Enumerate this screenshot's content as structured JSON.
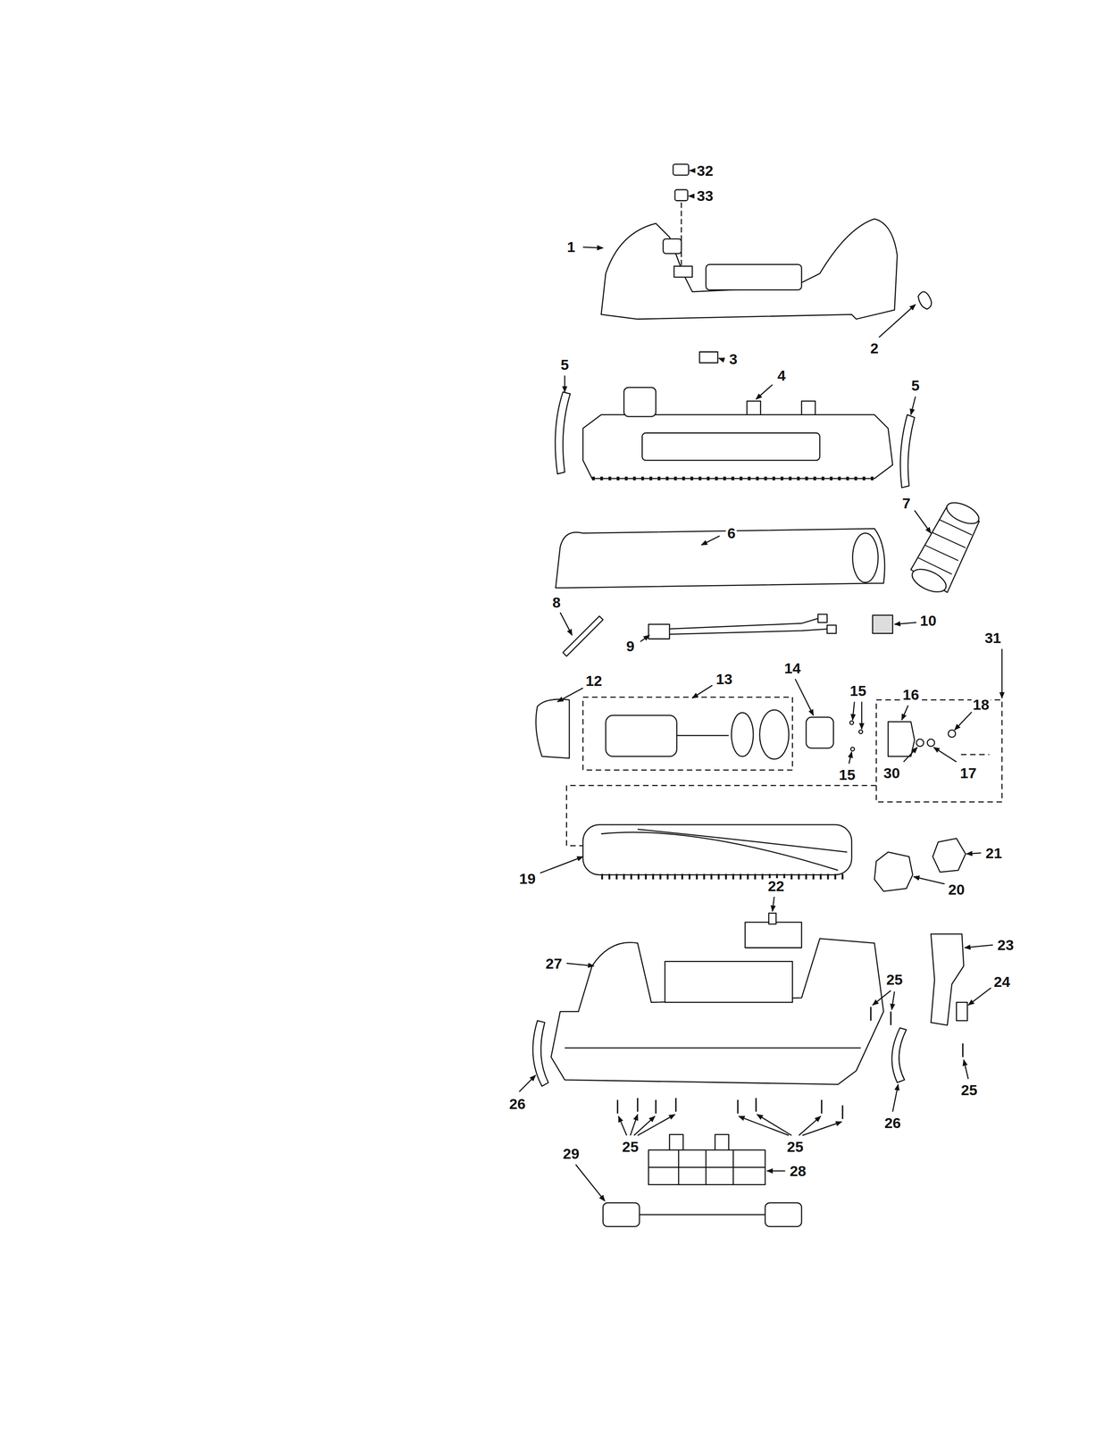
{
  "diagram": {
    "labels": [
      "32",
      "33",
      "1",
      "2",
      "3",
      "4",
      "5",
      "5",
      "6",
      "7",
      "8",
      "9",
      "10",
      "31",
      "12",
      "13",
      "14",
      "15",
      "16",
      "18",
      "15",
      "30",
      "17",
      "19",
      "20",
      "21",
      "22",
      "23",
      "27",
      "25",
      "24",
      "25",
      "26",
      "26",
      "25",
      "25",
      "28",
      "29"
    ]
  }
}
